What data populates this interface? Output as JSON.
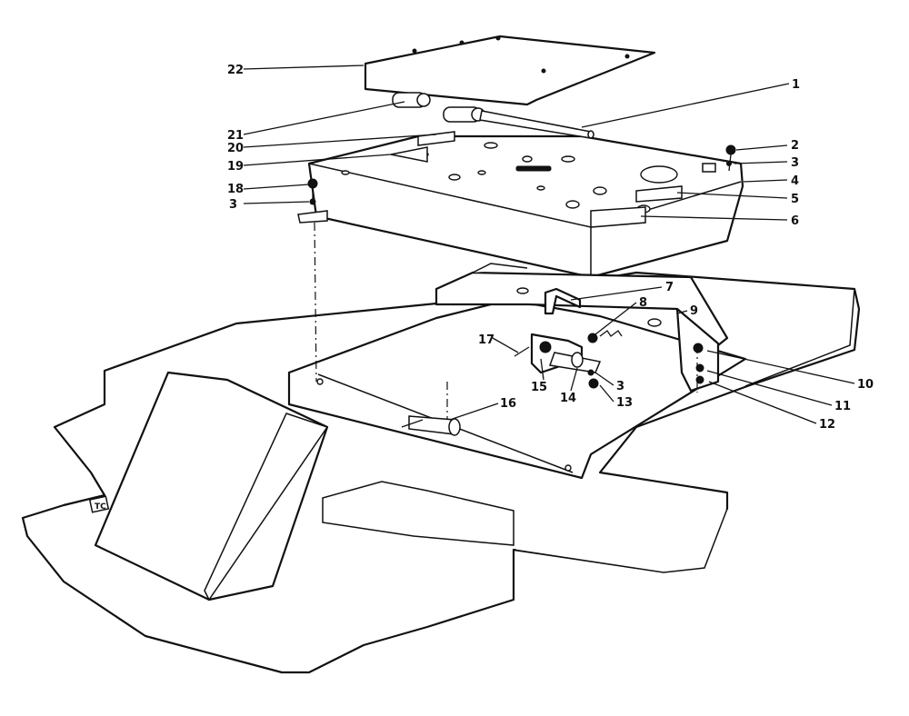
{
  "callouts": [
    {
      "id": "c1",
      "label": "1"
    },
    {
      "id": "c2",
      "label": "2"
    },
    {
      "id": "c3a",
      "label": "3"
    },
    {
      "id": "c4",
      "label": "4"
    },
    {
      "id": "c5",
      "label": "5"
    },
    {
      "id": "c6",
      "label": "6"
    },
    {
      "id": "c7",
      "label": "7"
    },
    {
      "id": "c8",
      "label": "8"
    },
    {
      "id": "c9",
      "label": "9"
    },
    {
      "id": "c10",
      "label": "10"
    },
    {
      "id": "c11",
      "label": "11"
    },
    {
      "id": "c12",
      "label": "12"
    },
    {
      "id": "c13",
      "label": "13"
    },
    {
      "id": "c3b",
      "label": "3"
    },
    {
      "id": "c14",
      "label": "14"
    },
    {
      "id": "c15",
      "label": "15"
    },
    {
      "id": "c16",
      "label": "16"
    },
    {
      "id": "c17",
      "label": "17"
    },
    {
      "id": "c3c",
      "label": "3"
    },
    {
      "id": "c18",
      "label": "18"
    },
    {
      "id": "c19",
      "label": "19"
    },
    {
      "id": "c20",
      "label": "20"
    },
    {
      "id": "c21",
      "label": "21"
    },
    {
      "id": "c22",
      "label": "22"
    }
  ]
}
